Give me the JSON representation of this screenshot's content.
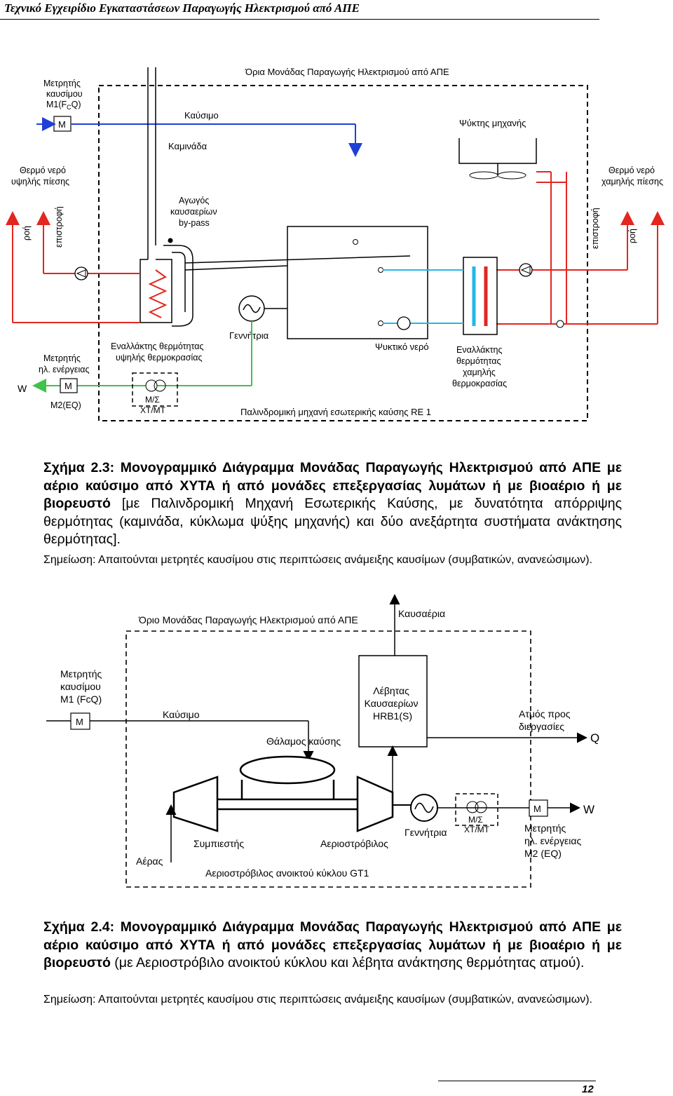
{
  "header": {
    "title": "Τεχνικό Εγχειρίδιο Εγκαταστάσεων Παραγωγής Ηλεκτρισμού από ΑΠΕ"
  },
  "figure1": {
    "boundary": "Όρια Μονάδας Παραγωγής Ηλεκτρισμού από ΑΠΕ",
    "meter_fuel": [
      "Μετρητής",
      "καυσίμου",
      "M1(F",
      "C",
      "Q)"
    ],
    "meter_symbol": "M",
    "fuel": "Καύσιμο",
    "stack": "Καμινάδα",
    "bypass": [
      "Αγωγός",
      "καυσαερίων",
      "by-pass"
    ],
    "radiator": "Ψύκτης μηχανής",
    "hot_hp": [
      "Θερμό νερό",
      "υψηλής πίεσης"
    ],
    "hot_lp": [
      "Θερμό νερό",
      "χαμηλής πίεσης"
    ],
    "flow": "ροή",
    "return": "επιστροφή",
    "generator": "Γεννήτρια",
    "hx_high": [
      "Εναλλάκτης θερμότητας",
      "υψηλής θερμοκρασίας"
    ],
    "cooling_water": "Ψυκτικό νερό",
    "hx_low": [
      "Εναλλάκτης",
      "θερμότητας",
      "χαμηλής",
      "θερμοκρασίας"
    ],
    "meter_el": [
      "Μετρητής",
      "ηλ. ενέργειας"
    ],
    "meter_el_id": "M2(EQ)",
    "w": "W",
    "transformer": [
      "M/Σ",
      "XT/MT"
    ],
    "engine": "Παλινδρομική μηχανή εσωτερικής καύσης RE 1"
  },
  "caption1": {
    "bold": "Σχήμα 2.3: Μονογραμμικό Διάγραμμα Μονάδας Παραγωγής Ηλεκτρισμού από ΑΠΕ με αέριο καύσιμο από ΧΥΤΑ ή από μονάδες επεξεργασίας λυμάτων ή με βιοαέριο ή με βιορευστό",
    "rest": " [με Παλινδρομική Μηχανή Εσωτερικής Καύσης, με δυνατότητα απόρριψης θερμότητας (καμινάδα, κύκλωμα ψύξης μηχανής) και δύο ανεξάρτητα συστήματα ανάκτησης θερμότητας].",
    "note": "Σημείωση: Απαιτούνται μετρητές καυσίμου στις περιπτώσεις ανάμειξης καυσίμων (συμβατικών, ανανεώσιμων)."
  },
  "figure2": {
    "boundary": "Όριο Μονάδας Παραγωγής Ηλεκτρισμού από ΑΠΕ",
    "flue_gas": "Καυσαέρια",
    "meter_fuel": [
      "Μετρητής",
      "καυσίμου",
      "M1 (FcQ)"
    ],
    "meter_symbol": "M",
    "fuel": "Καύσιμο",
    "boiler": [
      "Λέβητας",
      "Καυσαερίων",
      "HRB1(S)"
    ],
    "steam": [
      "Ατμός προς",
      "διεργασίες"
    ],
    "q": "Q",
    "combustor": "Θάλαμος καύσης",
    "generator": "Γεννήτρια",
    "transformer": [
      "M/Σ",
      "XT/MT"
    ],
    "w": "W",
    "meter_el": [
      "Μετρητής",
      "ηλ. ενέργειας",
      "M2 (EQ)"
    ],
    "compressor": "Συμπιεστής",
    "turbine": "Αεριοστρόβιλος",
    "air": "Αέρας",
    "gt": "Αεριοστρόβιλος ανοικτού κύκλου GT1"
  },
  "caption2": {
    "bold": "Σχήμα 2.4: Μονογραμμικό Διάγραμμα Μονάδας Παραγωγής Ηλεκτρισμού από ΑΠΕ με αέριο καύσιμο από ΧΥΤΑ ή από μονάδες επεξεργασίας λυμάτων ή με βιοαέριο ή με βιορευστό",
    "rest": " (με Αεριοστρόβιλο ανοικτού κύκλου και λέβητα ανάκτησης θερμότητας ατμού).",
    "note": "Σημείωση: Απαιτούνται μετρητές καυσίμου στις περιπτώσεις ανάμειξης καυσίμων (συμβατικών, ανανεώσιμων)."
  },
  "footer": {
    "page": "12"
  },
  "colors": {
    "fuel": "#1f3fd8",
    "heat": "#e3261f",
    "power": "#3fc24a",
    "cold": "#27b6e8"
  }
}
